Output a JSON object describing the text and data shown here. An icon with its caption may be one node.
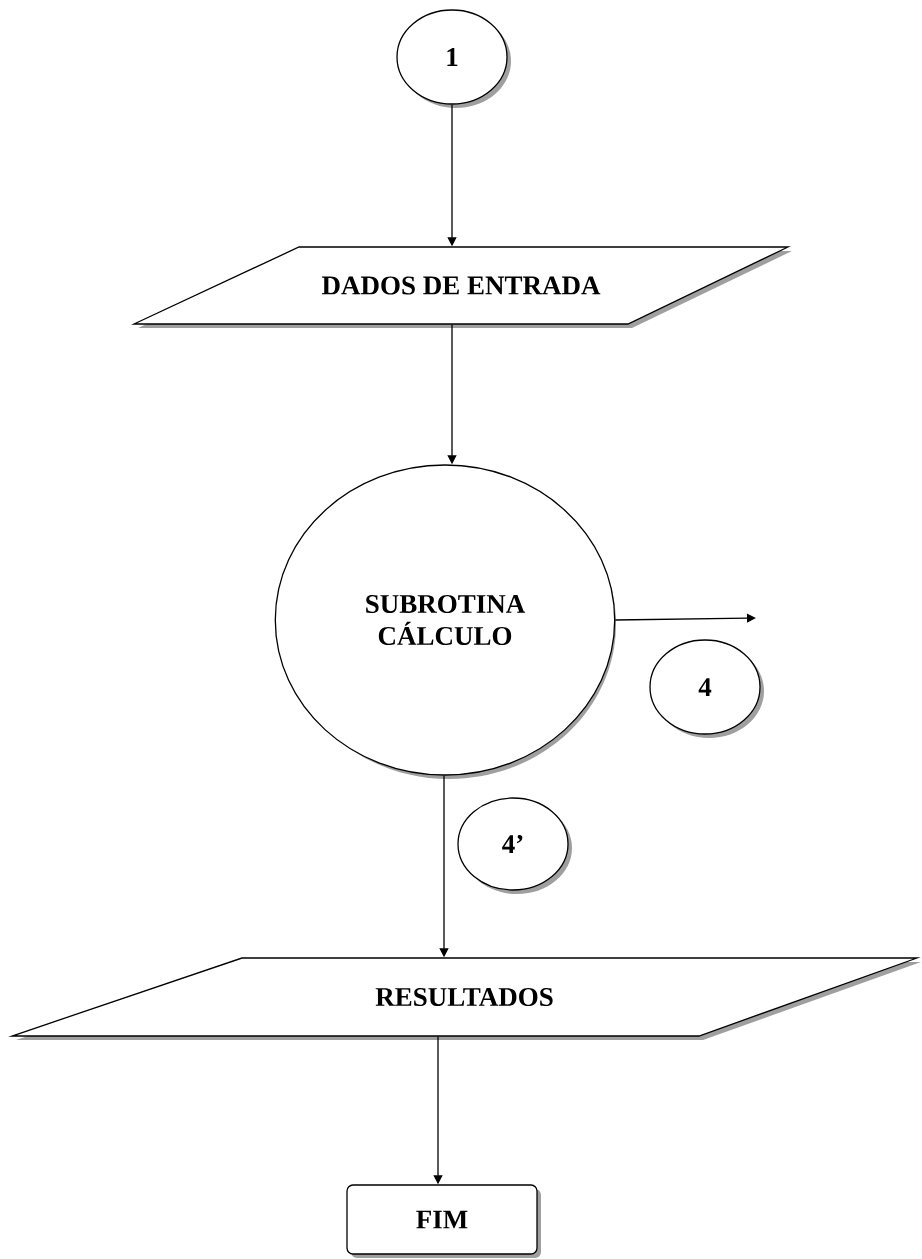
{
  "diagram": {
    "nodes": [
      {
        "text": [
          "1"
        ]
      },
      {
        "text": [
          "DADOS DE ENTRADA"
        ]
      },
      {
        "text": [
          "SUBROTINA CÁLCULO"
        ]
      },
      {
        "text": [
          "4"
        ]
      },
      {
        "text": [
          "4’"
        ]
      },
      {
        "text": [
          "RESULTADOS"
        ]
      },
      {
        "text": [
          "FIM"
        ]
      }
    ],
    "edges": [
      {
        "from": 0,
        "to": 1,
        "arrow": "to"
      },
      {
        "from": 1,
        "to": 2,
        "arrow": "to"
      },
      {
        "from": 2,
        "to": null,
        "arrow": "to"
      },
      {
        "from": 2,
        "to": 5,
        "arrow": "to"
      },
      {
        "from": 5,
        "to": 6,
        "arrow": "to"
      }
    ]
  }
}
